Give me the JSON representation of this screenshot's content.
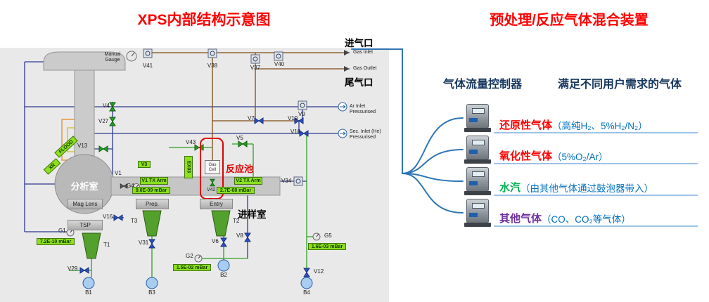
{
  "page": {
    "title_left": "XPS内部结构示意图",
    "title_right": "预处理/反应气体混合装置"
  },
  "schematic": {
    "ports": {
      "inlet_cn": "进气口",
      "inlet_en": "Gas Inlet",
      "outlet_en": "Gas Outlet",
      "outlet_cn": "尾气口",
      "ar_inlet": "Ar Inlet Pressurised",
      "sec_inlet": "Sec. Inlet (He) Pressurised"
    },
    "chambers": {
      "analysis": "分析室",
      "reaction": "反应池",
      "sample": "进样室",
      "gas_cell": "Gas Cell",
      "mag_lens": "Mag Lens",
      "tsp": "TSP",
      "prep": "Prep.",
      "entry": "Entry",
      "flood": "FLOOD",
      "xr": "XR",
      "ex03": "EX03",
      "tx_arm_1": "V1 TX Arm",
      "tx_arm_2": "V2 TX Arm",
      "manual_gauge": "Manual Gauge"
    },
    "readouts": {
      "g1": "7.2E-10 mBar",
      "g4": "9.0E-09 mBar",
      "g3": "2.7E-08 mBar",
      "g2": "1.5E-02 mBar",
      "g5": "1.6E-03 mBar"
    },
    "labels": {
      "v1": "V1",
      "v3": "V3",
      "v4": "V4",
      "v5": "V5",
      "v6": "V6",
      "v7": "V7",
      "v8": "V8",
      "v9": "V9",
      "v12": "V12",
      "v13": "V13",
      "v16": "V16",
      "v18": "V18",
      "v19": "V19",
      "v27": "V27",
      "v29": "V29",
      "v31": "V31",
      "v34": "V34",
      "v37": "V37",
      "v38": "V38",
      "v40": "V40",
      "v41": "V41",
      "v42": "V42",
      "v43": "V43",
      "g1": "G1",
      "g2": "G2",
      "g4": "G4",
      "g5": "G5",
      "t1": "T1",
      "t2": "T2",
      "t3": "T3",
      "b1": "B1",
      "b2": "B2",
      "b3": "B3",
      "b4": "B4"
    }
  },
  "mixer": {
    "header_controller": "气体流量控制器",
    "header_gases": "满足不同用户需求的气体",
    "accent": "#2e75b6",
    "underline_color": "#9dc3e6",
    "detail_color": "#0070c0",
    "rows": [
      {
        "label": "还原性气体",
        "detail": "（高纯H₂、5%H₂/N₂）",
        "color": "#ff0000"
      },
      {
        "label": "氧化性气体",
        "detail": "（5%O₂/Ar）",
        "color": "#ff0000"
      },
      {
        "label": "水汽",
        "detail": "（由其他气体通过鼓泡器带入）",
        "color": "#00b050"
      },
      {
        "label": "其他气体",
        "detail": "（CO、CO₂等气体）",
        "color": "#7030a0"
      }
    ]
  }
}
